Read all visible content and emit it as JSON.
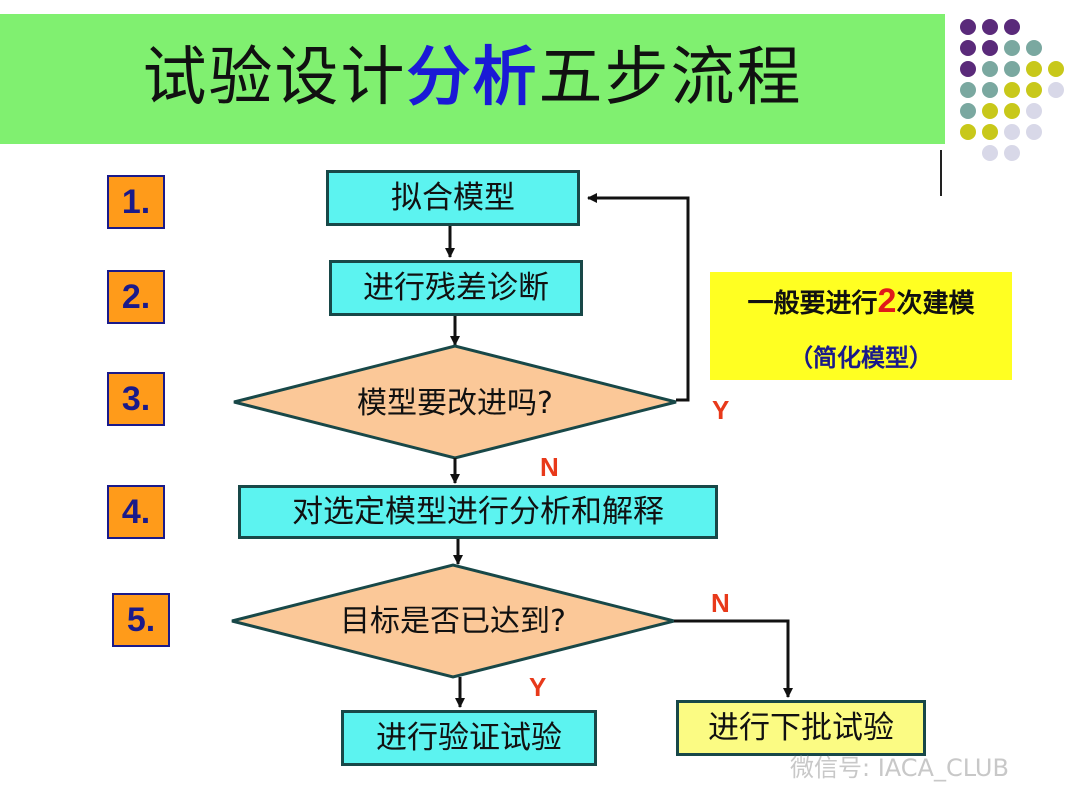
{
  "title": {
    "part1": "试验设计",
    "highlight": "分析",
    "part2": "五步流程"
  },
  "steps": [
    "1.",
    "2.",
    "3.",
    "4.",
    "5."
  ],
  "flow": {
    "fit_model": "拟合模型",
    "residual": "进行残差诊断",
    "improve": "模型要改进吗?",
    "analyze": "对选定模型进行分析和解释",
    "goal": "目标是否已达到?",
    "verify": "进行验证试验",
    "next_batch": "进行下批试验"
  },
  "note": {
    "prefix": "一般要进行",
    "count": "2",
    "suffix": "次建模",
    "sub": "（简化模型）"
  },
  "labels": {
    "y1": "Y",
    "n1": "N",
    "n2": "N",
    "y2": "Y"
  },
  "watermark": "微信号: IACA_CLUB",
  "colors": {
    "banner": "#80f070",
    "step_box": "#ff9b1a",
    "process_box": "#5cf3f0",
    "decision": "#fbc898",
    "note": "#ffff22",
    "end_box": "#fbfb83"
  }
}
